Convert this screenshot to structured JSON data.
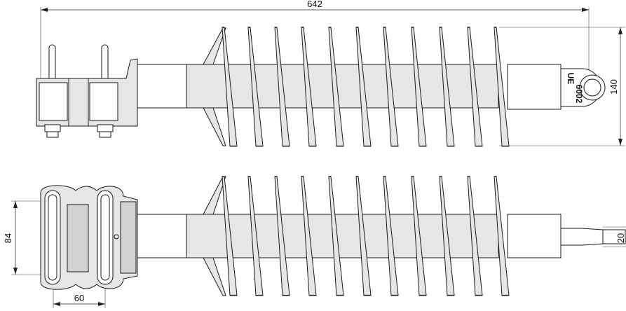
{
  "dimensions": {
    "overall_length": "642",
    "shed_diameter": "140",
    "clamp_width": "84",
    "clamp_bolt_spacing": "60",
    "eye_thickness": "20"
  },
  "engraving": {
    "line1": "UE",
    "line2": "6002"
  }
}
